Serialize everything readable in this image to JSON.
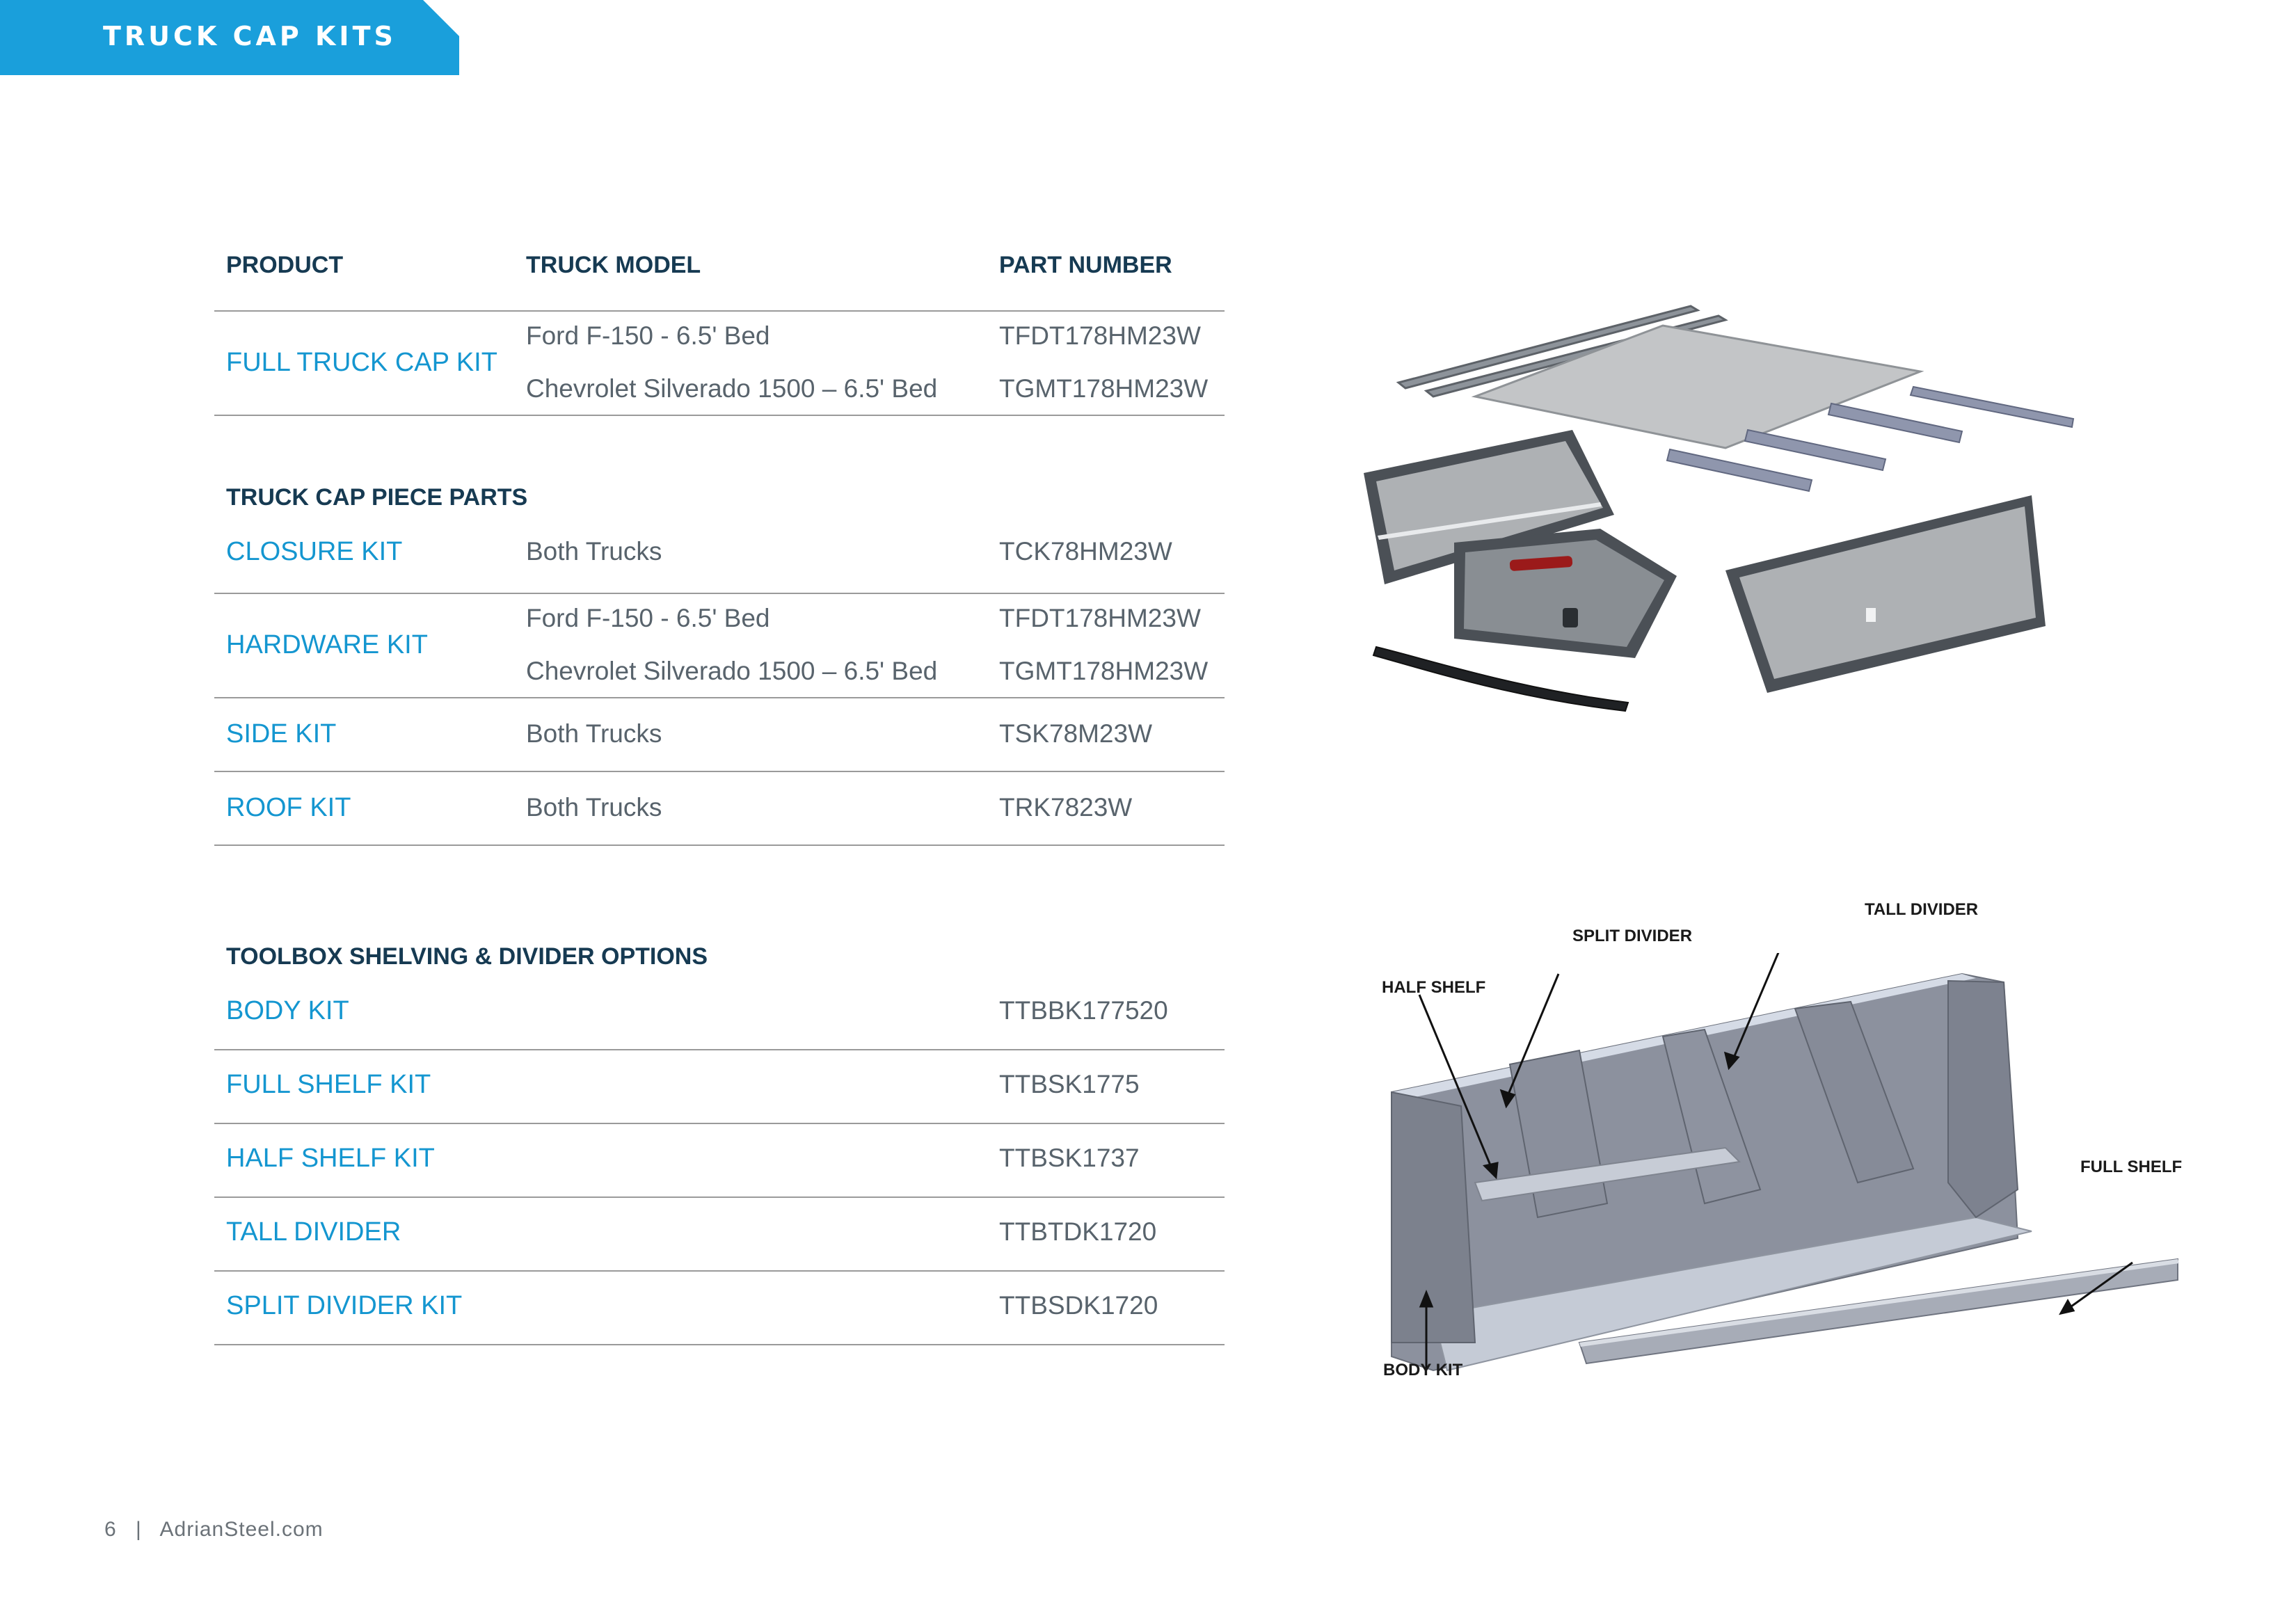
{
  "header_tab": {
    "label": "TRUCK CAP KITS",
    "color": "#1a9fdb"
  },
  "table_headers": {
    "product": "PRODUCT",
    "truck_model": "TRUCK MODEL",
    "part_number": "PART NUMBER"
  },
  "full_kit": {
    "product": "FULL TRUCK CAP KIT",
    "models": [
      "Ford F-150 - 6.5' Bed",
      "Chevrolet Silverado 1500 – 6.5' Bed"
    ],
    "parts": [
      "TFDT178HM23W",
      "TGMT178HM23W"
    ]
  },
  "piece_parts": {
    "title": "TRUCK CAP PIECE PARTS",
    "closure": {
      "product": "CLOSURE KIT",
      "model": "Both Trucks",
      "part": "TCK78HM23W"
    },
    "hardware": {
      "product": "HARDWARE KIT",
      "models": [
        "Ford F-150 - 6.5' Bed",
        "Chevrolet Silverado 1500 – 6.5' Bed"
      ],
      "parts": [
        "TFDT178HM23W",
        "TGMT178HM23W"
      ]
    },
    "side": {
      "product": "SIDE KIT",
      "model": "Both Trucks",
      "part": "TSK78M23W"
    },
    "roof": {
      "product": "ROOF KIT",
      "model": "Both Trucks",
      "part": "TRK7823W"
    }
  },
  "toolbox": {
    "title": "TOOLBOX SHELVING & DIVIDER OPTIONS",
    "rows": [
      {
        "product": "BODY KIT",
        "part": "TTBBK177520"
      },
      {
        "product": "FULL SHELF KIT",
        "part": "TTBSK1775"
      },
      {
        "product": "HALF SHELF KIT",
        "part": "TTBSK1737"
      },
      {
        "product": "TALL DIVIDER",
        "part": "TTBTDK1720"
      },
      {
        "product": "SPLIT DIVIDER KIT",
        "part": "TTBSDK1720"
      }
    ]
  },
  "callouts": {
    "split_divider": "SPLIT DIVIDER",
    "tall_divider": "TALL DIVIDER",
    "half_shelf": "HALF SHELF",
    "full_shelf": "FULL SHELF",
    "body_kit": "BODY KIT"
  },
  "footer": {
    "page": "6",
    "separator": "|",
    "site": "AdrianSteel.com"
  },
  "colors": {
    "accent": "#1496d0",
    "heading": "#163a52",
    "body_text": "#58636c"
  }
}
